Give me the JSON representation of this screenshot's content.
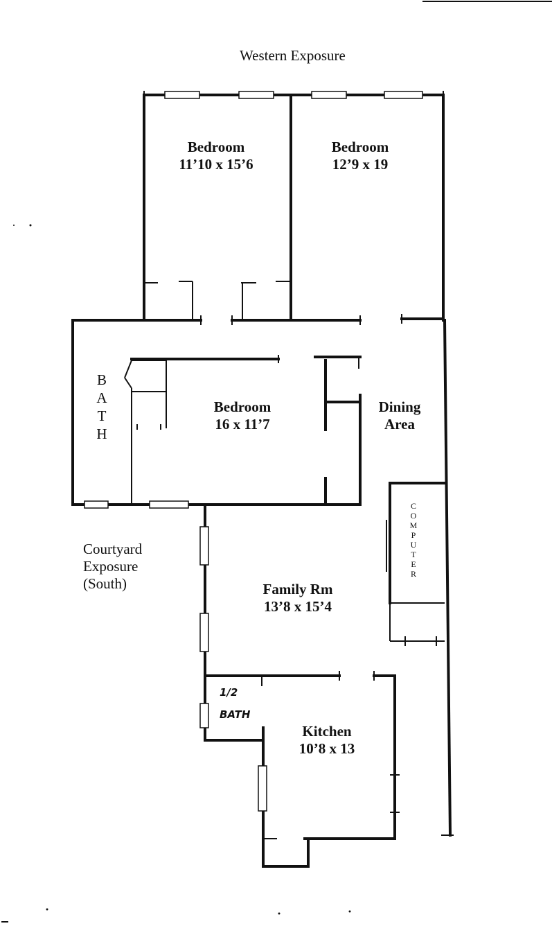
{
  "header": {
    "exposure_top": "Western Exposure"
  },
  "rooms": {
    "bedroom_1": {
      "name": "Bedroom",
      "dims": "11’10 x 15’6"
    },
    "bedroom_2": {
      "name": "Bedroom",
      "dims": "12’9 x 19"
    },
    "bedroom_3": {
      "name": "Bedroom",
      "dims": "16 x 11’7"
    },
    "dining": {
      "line1": "Dining",
      "line2": "Area"
    },
    "bath": {
      "letters": [
        "B",
        "A",
        "T",
        "H"
      ]
    },
    "computer": {
      "letters": [
        "C",
        "O",
        "M",
        "P",
        "U",
        "T",
        "E",
        "R"
      ]
    },
    "family": {
      "name": "Family Rm",
      "dims": "13’8 x 15’4"
    },
    "half_bath": {
      "line1": "1/2",
      "line2": "BATH"
    },
    "kitchen": {
      "name": "Kitchen",
      "dims": "10’8 x 13"
    }
  },
  "courtyard": {
    "line1": "Courtyard",
    "line2": "Exposure",
    "line3": "(South)"
  }
}
